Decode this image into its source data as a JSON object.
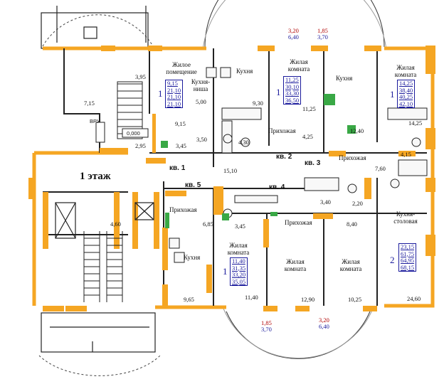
{
  "floor_label": "1 этаж",
  "vru_label": "ВРУ",
  "level_mark": "0,000",
  "apartments": [
    {
      "id": "kv1",
      "label": "кв. 1"
    },
    {
      "id": "kv2",
      "label": "кв. 2"
    },
    {
      "id": "kv3",
      "label": "кв. 3"
    },
    {
      "id": "kv4",
      "label": "кв. 4"
    },
    {
      "id": "kv5",
      "label": "кв. 5"
    }
  ],
  "rooms": {
    "living_space": "Жилое\nпомещение",
    "kitchen_niche": "Кухня-\nниша",
    "kitchen": "Кухня",
    "living_room": "Жилая\nкомната",
    "hallway": "Прихожая",
    "kitchen_dining": "Кухня-\nстоловая"
  },
  "summary_boxes": [
    {
      "rooms": "1",
      "values": [
        "9,15",
        "21,10",
        "21,10",
        "21,10"
      ]
    },
    {
      "rooms": "1",
      "values": [
        "11,25",
        "30,10",
        "33,30",
        "36,50"
      ]
    },
    {
      "rooms": "1",
      "values": [
        "14,25",
        "38,40",
        "40,25",
        "42,10"
      ]
    },
    {
      "rooms": "1",
      "values": [
        "11,40",
        "31,35",
        "33,20",
        "35,05"
      ]
    },
    {
      "rooms": "2",
      "values": [
        "23,15",
        "61,75",
        "64,95",
        "68,15"
      ]
    }
  ],
  "areas": {
    "a395": "3,95",
    "a715": "7,15",
    "a295": "2,95",
    "a500": "5,00",
    "a915": "9,15",
    "a345": "3,45",
    "a350": "3,50",
    "a430": "4,30",
    "a930": "9,30",
    "a1125": "11,25",
    "a425": "4,25",
    "a1240": "12,40",
    "a1425": "14,25",
    "a415": "4,15",
    "a760": "7,60",
    "a1510": "15,10",
    "a340": "3,40",
    "a220": "2,20",
    "a460": "4,60",
    "a685": "6,85",
    "a345b": "3,45",
    "a840": "8,40",
    "a965": "9,65",
    "a1140": "11,40",
    "a1290": "12,90",
    "a1025": "10,25",
    "a2460": "24,60"
  },
  "balconies": {
    "top_left_red": "3,20",
    "top_left_blue": "6,40",
    "top_right_red": "1,85",
    "top_right_blue": "3,70",
    "bottom_left_red": "1,85",
    "bottom_left_blue": "3,70",
    "bottom_right_red": "3,20",
    "bottom_right_blue": "6,40"
  },
  "colors": {
    "wall": "#f5a623",
    "wall_dark": "#222222",
    "text_blue": "#1a1a9c",
    "text_red": "#b00000",
    "green": "#39a845"
  }
}
